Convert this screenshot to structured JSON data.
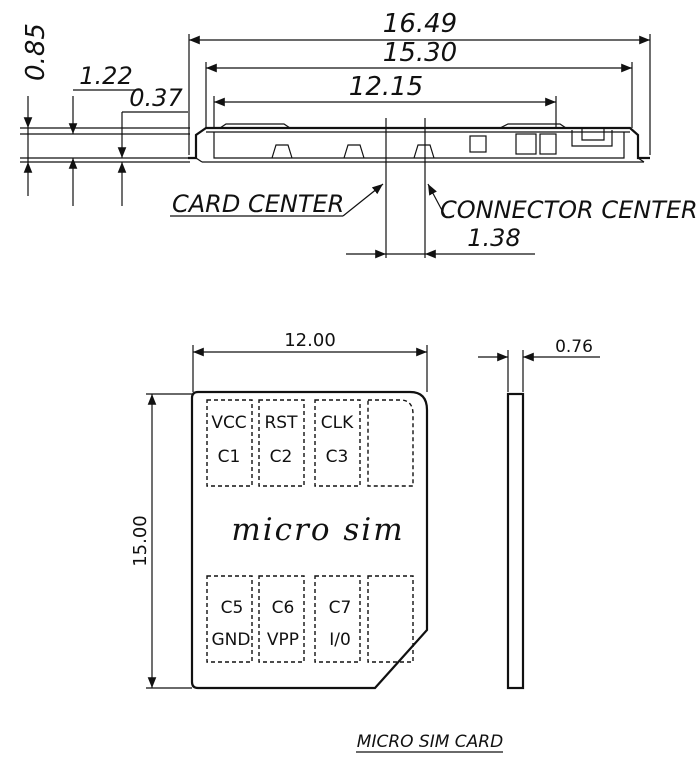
{
  "top_view": {
    "dim_overall": "16.49",
    "dim_mid": "15.30",
    "dim_inner": "12.15",
    "dim_height": "0.85",
    "dim_left_1": "1.22",
    "dim_left_2": "0.37",
    "label_card_center": "CARD CENTER",
    "label_connector_center": "CONNECTOR CENTER",
    "dim_center_offset": "1.38"
  },
  "card_view": {
    "dim_width": "12.00",
    "dim_height": "15.00",
    "dim_thickness": "0.76",
    "brand_text": "micro sim",
    "contacts_top": [
      {
        "signal": "VCC",
        "pin": "C1"
      },
      {
        "signal": "RST",
        "pin": "C2"
      },
      {
        "signal": "CLK",
        "pin": "C3"
      }
    ],
    "contacts_bottom": [
      {
        "pin": "C5",
        "signal": "GND"
      },
      {
        "pin": "C6",
        "signal": "VPP"
      },
      {
        "pin": "C7",
        "signal": "I/0"
      }
    ]
  },
  "caption": "MICRO SIM CARD"
}
